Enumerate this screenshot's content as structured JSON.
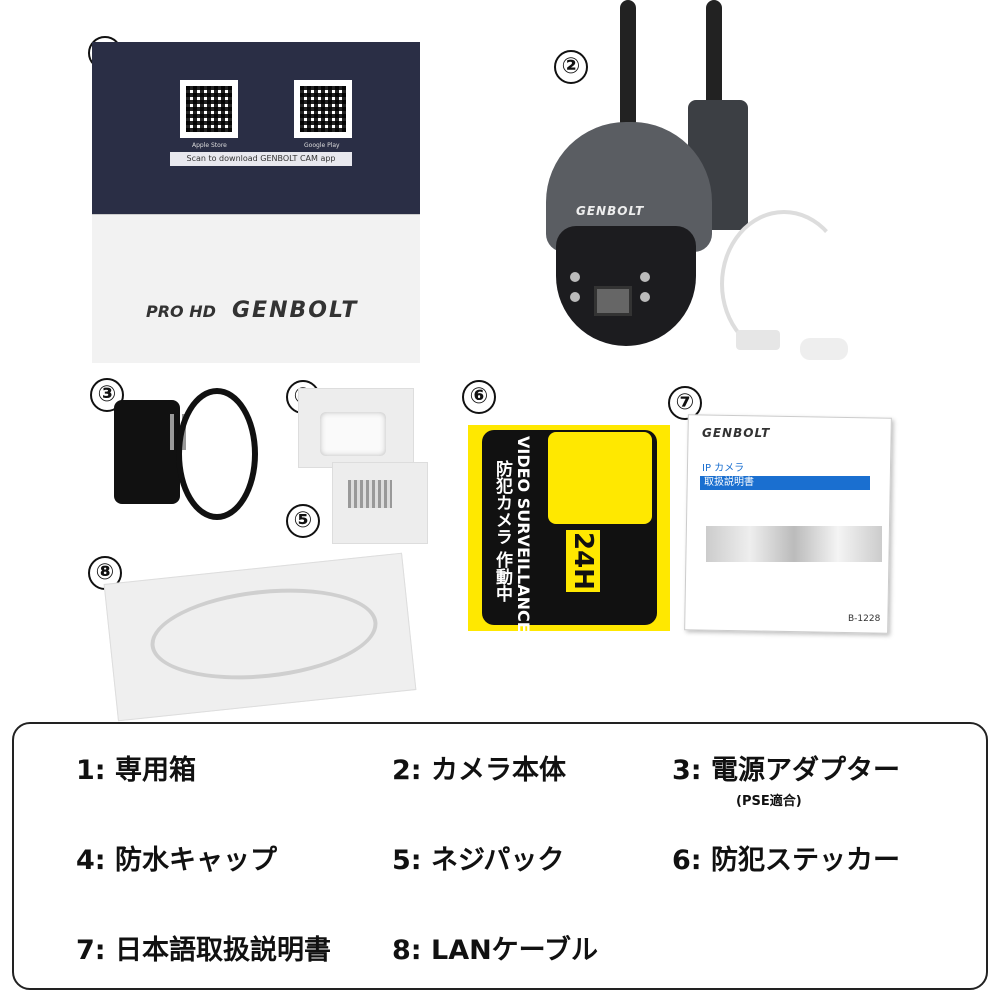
{
  "markers": [
    "①",
    "②",
    "③",
    "④",
    "⑤",
    "⑥",
    "⑦",
    "⑧"
  ],
  "box": {
    "apple_store": "Apple Store",
    "google_play": "Google Play",
    "scan_text": "Scan to download GENBOLT CAM app",
    "pro_hd": "PRO HD",
    "brand": "GENBOLT"
  },
  "camera": {
    "brand": "GENBOLT"
  },
  "sticker": {
    "en": "VIDEO SURVEILLANCE",
    "ja": "防犯カメラ 作動中",
    "hours": "24H"
  },
  "manual": {
    "brand": "GENBOLT",
    "subtitle": "IP カメラ",
    "title": "取扱説明書",
    "code": "B-1228"
  },
  "legend": {
    "items": [
      "1: 専用箱",
      "2: カメラ本体",
      "3: 電源アダプター",
      "4: 防水キャップ",
      "5: ネジパック",
      "6: 防犯ステッカー",
      "7: 日本語取扱説明書",
      "8: LANケーブル"
    ],
    "note": "(PSE適合)"
  }
}
